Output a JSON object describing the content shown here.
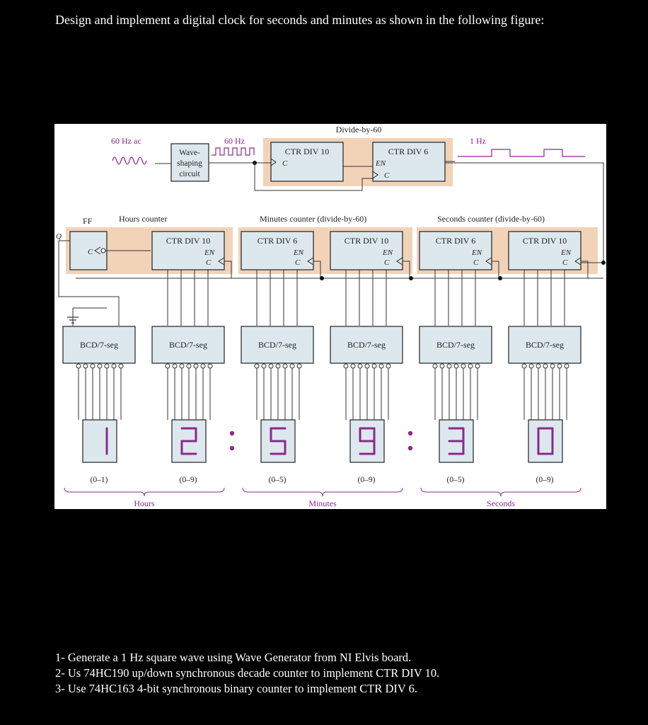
{
  "heading": "Design and implement a digital clock for seconds and minutes as shown in the following figure:",
  "figure": {
    "top_labels": {
      "ac_source": "60 Hz ac",
      "wave_block": [
        "Wave-",
        "shaping",
        "circuit"
      ],
      "freq_60": "60 Hz",
      "divide_by_60": "Divide-by-60",
      "freq_1": "1 Hz",
      "div10_title": "CTR DIV 10",
      "div6_title": "CTR DIV 6",
      "clock_pin": "C",
      "enable_pin": "EN"
    },
    "section_labels": {
      "ff": "FF",
      "q": "Q",
      "hours_counter": "Hours counter",
      "minutes_counter": "Minutes counter (divide-by-60)",
      "seconds_counter": "Seconds counter (divide-by-60)"
    },
    "counters": [
      {
        "title": "CTR DIV 10",
        "en": "EN",
        "c": "C"
      },
      {
        "title": "CTR DIV 6",
        "en": "EN",
        "c": "C"
      },
      {
        "title": "CTR DIV 10",
        "en": "EN",
        "c": "C"
      },
      {
        "title": "CTR DIV 6",
        "en": "EN",
        "c": "C"
      },
      {
        "title": "CTR DIV 10",
        "en": "EN",
        "c": "C"
      }
    ],
    "ff_pin": "C",
    "decoder_label": "BCD/7-seg",
    "digits": [
      "1",
      "2",
      "5",
      "9",
      "3",
      "0"
    ],
    "ranges": [
      "(0–1)",
      "(0–9)",
      "(0–5)",
      "(0–9)",
      "(0–5)",
      "(0–9)"
    ],
    "groups": [
      "Hours",
      "Minutes",
      "Seconds"
    ],
    "segment_color": "#8a2a8a",
    "box_fill": "#dde8ee",
    "band_fill": "#f2d3b8"
  },
  "tasks": [
    "1- Generate a 1 Hz square wave using Wave Generator from NI Elvis board.",
    "2- Us 74HC190 up/down synchronous decade counter to implement CTR DIV 10.",
    "3- Use 74HC163 4-bit synchronous binary counter to implement CTR DIV 6."
  ]
}
